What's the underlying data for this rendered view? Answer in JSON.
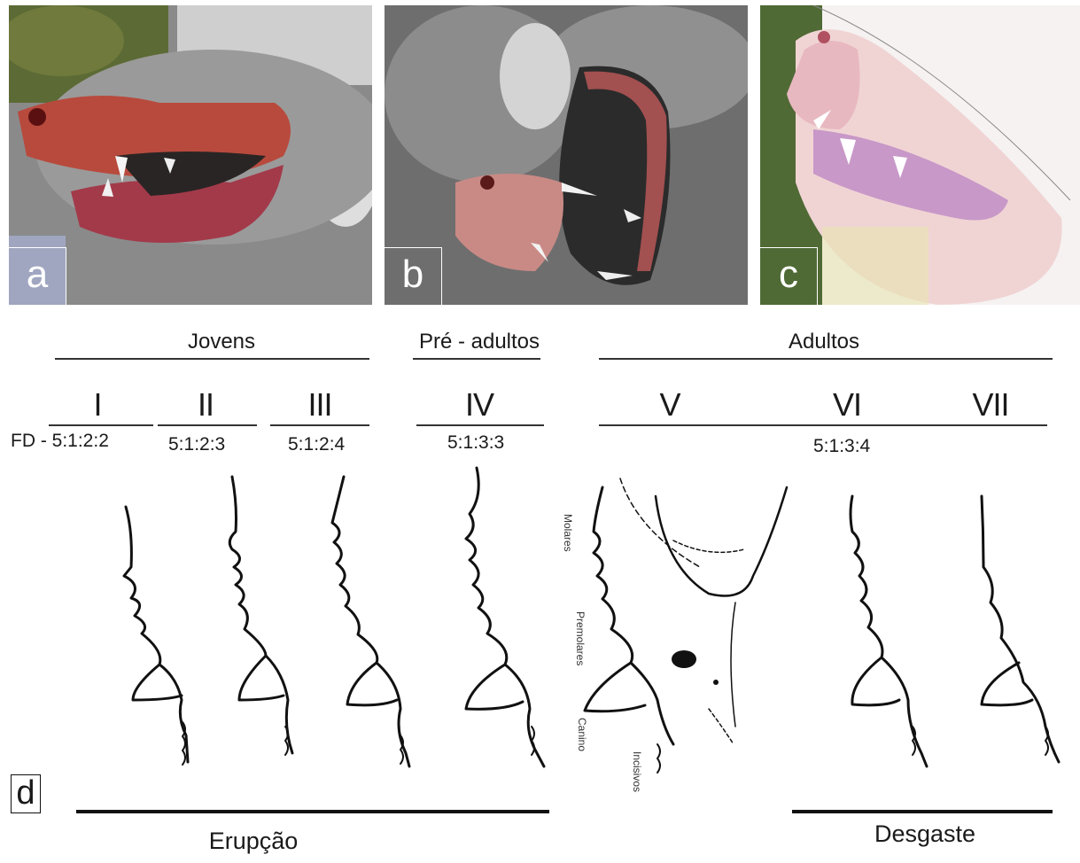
{
  "panels": [
    {
      "id": "a",
      "label": "a"
    },
    {
      "id": "b",
      "label": "b"
    },
    {
      "id": "c",
      "label": "c"
    }
  ],
  "groups": {
    "young": "Jovens",
    "pre_adult": "Pré - adultos",
    "adult": "Adultos"
  },
  "classes": [
    "I",
    "II",
    "III",
    "IV",
    "V",
    "VI",
    "VII"
  ],
  "formulas": {
    "I": "FD - 5:1:2:2",
    "II": "5:1:2:3",
    "III": "5:1:2:4",
    "IV": "5:1:3:3",
    "V_VII": "5:1:3:4"
  },
  "tooth_labels": {
    "molars": "Molares",
    "premolars": "Premolares",
    "canine": "Canino",
    "incisors": "Incisivos"
  },
  "panel_d": "d",
  "phases": {
    "eruption": "Erupção",
    "wear": "Desgaste"
  }
}
